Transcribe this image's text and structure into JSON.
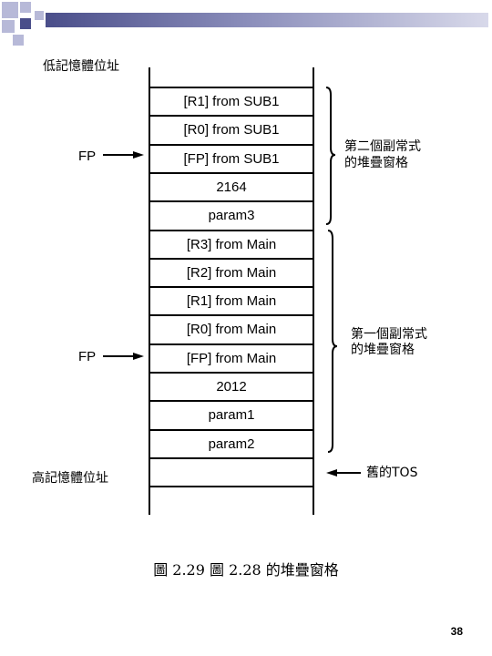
{
  "diagram": {
    "low_address_label": "低記憶體位址",
    "high_address_label": "高記憶體位址",
    "cells": [
      "[R1] from SUB1",
      "[R0] from SUB1",
      "[FP] from SUB1",
      "2164",
      "param3",
      "[R3] from Main",
      "[R2] from Main",
      "[R1] from Main",
      "[R0] from Main",
      "[FP] from Main",
      "2012",
      "param1",
      "param2",
      ""
    ],
    "fp_label_upper": "FP",
    "fp_label_lower": "FP",
    "frame_upper": [
      "第二個副常式",
      "的堆疊窗格"
    ],
    "frame_lower": [
      "第一個副常式",
      "的堆疊窗格"
    ],
    "tos_label": "舊的TOS",
    "colors": {
      "bullet_dark": "#4a4e8a",
      "bullet_light": "#b7b9d8",
      "line": "#000000"
    }
  },
  "caption": "圖 2.29 圖 2.28 的堆疊窗格",
  "page_number": "38"
}
